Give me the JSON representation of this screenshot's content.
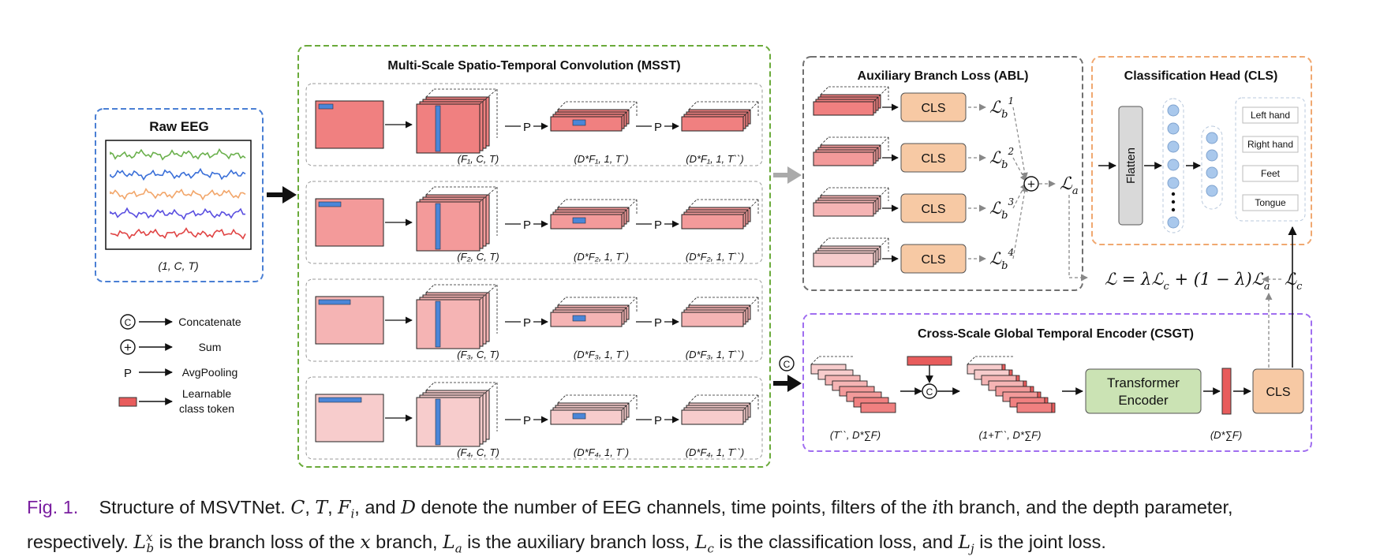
{
  "raw_eeg": {
    "title": "Raw EEG",
    "shape": "(1, C, T)"
  },
  "legend": {
    "concat_symbol": "C",
    "concat": "Concatenate",
    "sum_symbol": "+",
    "sum": "Sum",
    "pool_symbol": "P",
    "pool": "AvgPooling",
    "token_line1": "Learnable",
    "token_line2": "class token"
  },
  "msst": {
    "title": "Multi-Scale Spatio-Temporal Convolution (MSST)",
    "pool_symbol": "P",
    "rows": [
      {
        "shape1": "(F₁, C, T)",
        "shape2": "(D*F₁, 1, T`)",
        "shape3": "(D*F₁, 1, T``)"
      },
      {
        "shape1": "(F₂, C, T)",
        "shape2": "(D*F₂, 1, T`)",
        "shape3": "(D*F₂, 1, T``)"
      },
      {
        "shape1": "(F₃, C, T)",
        "shape2": "(D*F₃, 1, T`)",
        "shape3": "(D*F₃, 1, T``)"
      },
      {
        "shape1": "(F₄, C, T)",
        "shape2": "(D*F₄, 1, T`)",
        "shape3": "(D*F₄, 1, T``)"
      }
    ]
  },
  "abl": {
    "title": "Auxiliary Branch Loss (ABL)",
    "cls_label": "CLS",
    "branch_losses": [
      "1",
      "2",
      "3",
      "4"
    ],
    "loss_symbol": "ℒ",
    "loss_sub_b": "b",
    "loss_sub_a": "a"
  },
  "cls_head": {
    "title": "Classification Head (CLS)",
    "flatten": "Flatten",
    "classes": [
      "Left hand",
      "Right hand",
      "Feet",
      "Tongue"
    ]
  },
  "joint_loss": {
    "lhs": "ℒ = λℒ",
    "c1": "c",
    "mid": " + (1 − λ)ℒ",
    "a": "a",
    "rhs_symbol": "ℒ",
    "rhs_sub": "c"
  },
  "csgt": {
    "title": "Cross-Scale Global Temporal Encoder (CSGT)",
    "concat_symbol": "C",
    "transformer_line1": "Transformer",
    "transformer_line2": "Encoder",
    "cls_label": "CLS",
    "shape1": "(T``, D*∑F)",
    "shape2": "(1+T``, D*∑F)",
    "shape3": "(D*∑F)"
  },
  "caption": {
    "fig": "Fig. 1.",
    "p1": "Structure of MSVTNet.",
    "C": "C",
    "T": "T",
    "F": "F",
    "F_sub": "i",
    "D": "D",
    "i": "i",
    "p2": "and",
    "p3": "denote the number of EEG channels, time points, filters of the",
    "p4": "th branch, and the depth parameter,",
    "p5": "respectively.",
    "L": "L",
    "b": "b",
    "x": "x",
    "a": "a",
    "c": "c",
    "j": "j",
    "p6": "is the branch loss of the",
    "p7": "branch,",
    "p8": "is the auxiliary branch loss,",
    "p9": "is the classification loss, and",
    "p10": "is the joint loss."
  },
  "colors": {
    "raw_border": "#4a7fd4",
    "msst_border": "#6aaa3a",
    "abl_border": "#707070",
    "cls_border": "#f0a870",
    "csgt_border": "#a06ef0",
    "cls_box": "#f7c9a4",
    "transformer": "#cbe3b4",
    "flatten": "#d9d9d9",
    "neuron": "#a9c8ec",
    "token": "#e85c5c",
    "caption_fig": "#7a1fa0"
  }
}
